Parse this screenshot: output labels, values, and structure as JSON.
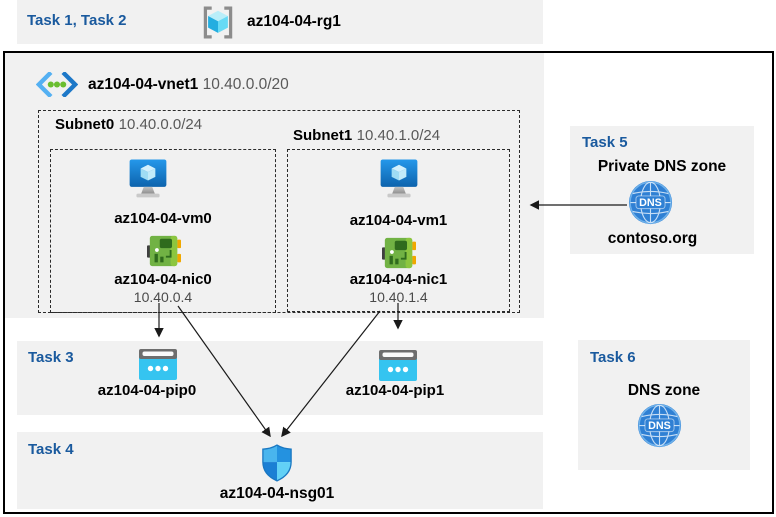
{
  "header": {
    "tasks_label": "Task 1, Task 2",
    "resource_group": "az104-04-rg1"
  },
  "vnet": {
    "name": "az104-04-vnet1",
    "cidr": "10.40.0.0/20",
    "subnet0": {
      "name": "Subnet0",
      "cidr": "10.40.0.0/24",
      "vm": "az104-04-vm0",
      "nic": "az104-04-nic0",
      "ip": "10.40.0.4"
    },
    "subnet1": {
      "name": "Subnet1",
      "cidr": "10.40.1.0/24",
      "vm": "az104-04-vm1",
      "nic": "az104-04-nic1",
      "ip": "10.40.1.4"
    }
  },
  "task3": {
    "label": "Task 3",
    "pip0": "az104-04-pip0",
    "pip1": "az104-04-pip1"
  },
  "task4": {
    "label": "Task 4",
    "nsg": "az104-04-nsg01"
  },
  "task5": {
    "label": "Task 5",
    "title": "Private DNS zone",
    "zone": "contoso.org",
    "dns_icon_text": "DNS"
  },
  "task6": {
    "label": "Task 6",
    "title": "DNS zone",
    "dns_icon_text": "DNS"
  },
  "colors": {
    "band_bg": "#f1f1f1",
    "task_label_blue": "#1a5a9e",
    "muted_text": "#595959",
    "vm_blue": "#1686d8",
    "nic_green": "#71b244",
    "pip_cyan": "#35c4f0",
    "nsg_blue": "#2492e0",
    "dns_blue": "#2f80d4"
  }
}
